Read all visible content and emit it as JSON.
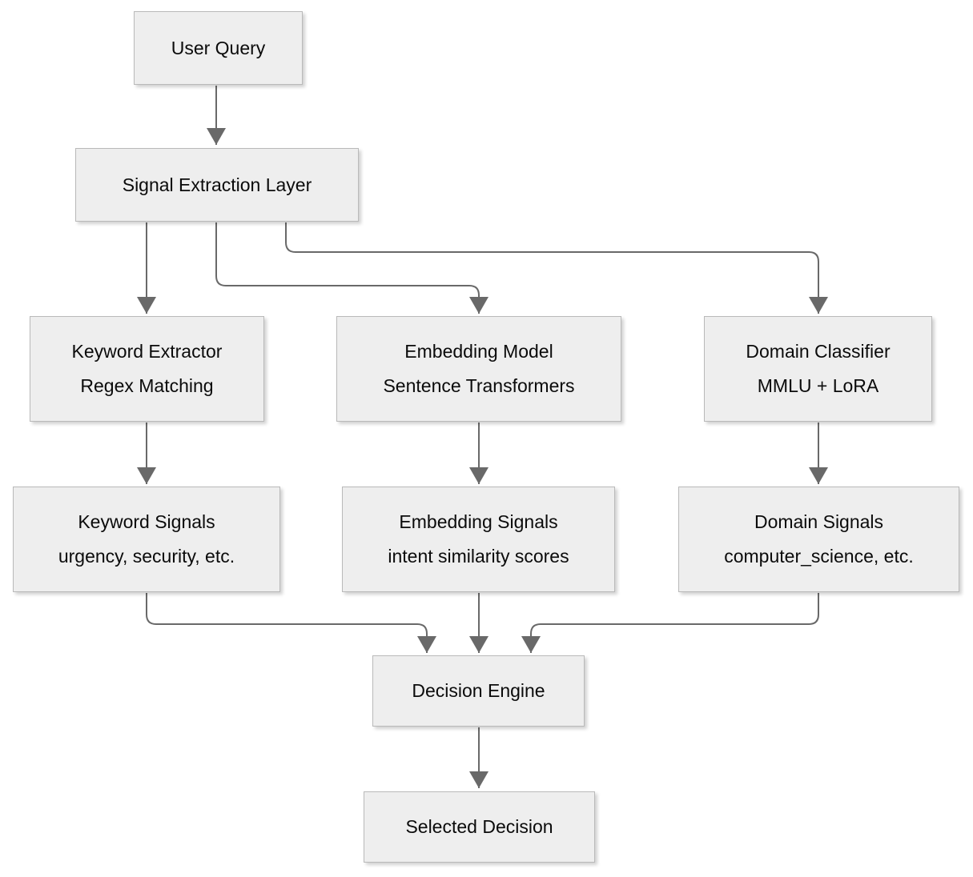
{
  "diagram": {
    "nodes": {
      "user_query": {
        "line1": "User Query"
      },
      "signal_extraction_layer": {
        "line1": "Signal Extraction Layer"
      },
      "keyword_extractor": {
        "line1": "Keyword Extractor",
        "line2": "Regex Matching"
      },
      "embedding_model": {
        "line1": "Embedding Model",
        "line2": "Sentence Transformers"
      },
      "domain_classifier": {
        "line1": "Domain Classifier",
        "line2": "MMLU + LoRA"
      },
      "keyword_signals": {
        "line1": "Keyword Signals",
        "line2": "urgency, security, etc."
      },
      "embedding_signals": {
        "line1": "Embedding Signals",
        "line2": "intent similarity scores"
      },
      "domain_signals": {
        "line1": "Domain Signals",
        "line2": "computer_science, etc."
      },
      "decision_engine": {
        "line1": "Decision Engine"
      },
      "selected_decision": {
        "line1": "Selected Decision"
      }
    },
    "edges": [
      {
        "from": "user_query",
        "to": "signal_extraction_layer"
      },
      {
        "from": "signal_extraction_layer",
        "to": "keyword_extractor"
      },
      {
        "from": "signal_extraction_layer",
        "to": "embedding_model"
      },
      {
        "from": "signal_extraction_layer",
        "to": "domain_classifier"
      },
      {
        "from": "keyword_extractor",
        "to": "keyword_signals"
      },
      {
        "from": "embedding_model",
        "to": "embedding_signals"
      },
      {
        "from": "domain_classifier",
        "to": "domain_signals"
      },
      {
        "from": "keyword_signals",
        "to": "decision_engine"
      },
      {
        "from": "embedding_signals",
        "to": "decision_engine"
      },
      {
        "from": "domain_signals",
        "to": "decision_engine"
      },
      {
        "from": "decision_engine",
        "to": "selected_decision"
      }
    ],
    "colors": {
      "background": "#ffffff",
      "node_fill": "#eeeeee",
      "node_border": "#b9b9b9",
      "connector": "#696969",
      "text": "#0b0b0b"
    }
  }
}
